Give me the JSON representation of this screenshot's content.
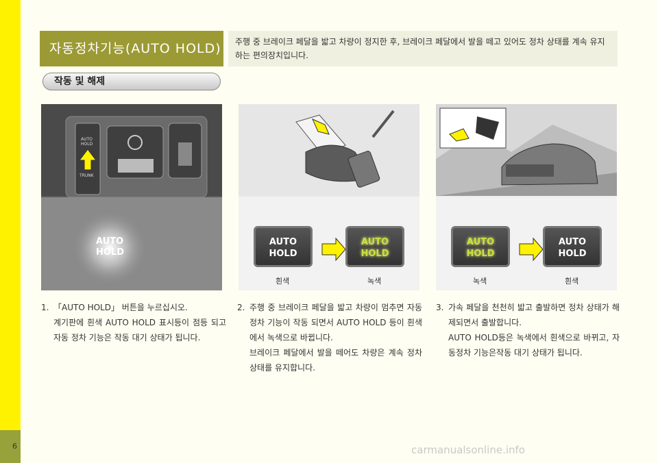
{
  "page": {
    "number": "6",
    "watermark": "carmanualsonline.info"
  },
  "header": {
    "title": "자동정차기능(AUTO HOLD)",
    "intro": "주행 중 브레이크 페달을 밟고 차량이 정지한 후, 브레이크 페달에서 발을 떼고 있어도 정차 상태를 계속 유지하는 편의장치입니다."
  },
  "section": {
    "subtitle": "작동 및 해제"
  },
  "panel1": {
    "button_label_1": "AUTO",
    "button_label_2": "HOLD",
    "trunk_label": "TRUNK",
    "glow_label_1": "AUTO",
    "glow_label_2": "HOLD"
  },
  "panel2": {
    "left_btn_1": "AUTO",
    "left_btn_2": "HOLD",
    "right_btn_1": "AUTO",
    "right_btn_2": "HOLD",
    "caption_left": "흰색",
    "caption_right": "녹색"
  },
  "panel3": {
    "left_btn_1": "AUTO",
    "left_btn_2": "HOLD",
    "right_btn_1": "AUTO",
    "right_btn_2": "HOLD",
    "caption_left": "녹색",
    "caption_right": "흰색"
  },
  "steps": [
    {
      "num": "1.",
      "lines": [
        "「AUTO HOLD」 버튼을 누르십시오.",
        "계기판에 흰색 AUTO HOLD 표시등이 점등 되고 자동 정차 기능은 작동 대기 상태가 됩니다."
      ]
    },
    {
      "num": "2.",
      "lines": [
        "주행 중 브레이크 페달을 밟고 차량이 멈추면 자동 정차 기능이 작동 되면서 AUTO HOLD 등이 흰색에서 녹색으로 바뀝니다.",
        "브레이크 페달에서 발을 떼어도 차량은 계속 정차 상태를 유지합니다."
      ]
    },
    {
      "num": "3.",
      "lines": [
        "가속 페달을 천천히 밟고 출발하면 정차 상태가 해제되면서 출발합니다.",
        "AUTO HOLD등은 녹색에서 흰색으로 바뀌고, 자동정차 기능은작동 대기 상태가 됩니다."
      ]
    }
  ],
  "colors": {
    "accent_olive": "#9c9a34",
    "yellow_strip": "#fff200",
    "green_indicator": "#c9e13a"
  }
}
